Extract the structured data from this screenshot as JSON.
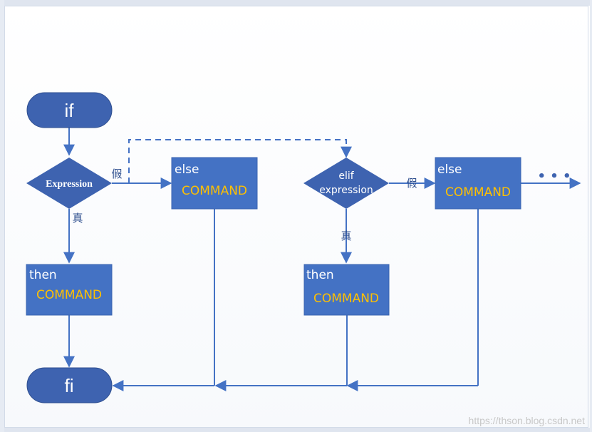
{
  "colors": {
    "shape_fill": "#4472c4",
    "terminal_fill": "#3e63b0",
    "line": "#4472c4",
    "command_text": "#ffc000",
    "label_text": "#ffffff"
  },
  "diagram": {
    "start_terminal": "if",
    "end_terminal": "fi",
    "decision_1": "Expression",
    "decision_2_line1": "elif",
    "decision_2_line2": "expression",
    "false_label_1": "假",
    "true_label_1": "真",
    "false_label_2": "假",
    "true_label_2": "真",
    "then_1_keyword": "then",
    "then_1_command": "COMMAND",
    "else_1_keyword": "else",
    "else_1_command": "COMMAND",
    "then_2_keyword": "then",
    "then_2_command": "COMMAND",
    "else_2_keyword": "else",
    "else_2_command": "COMMAND",
    "continuation": "• • •"
  },
  "watermark": "https://thson.blog.csdn.net"
}
